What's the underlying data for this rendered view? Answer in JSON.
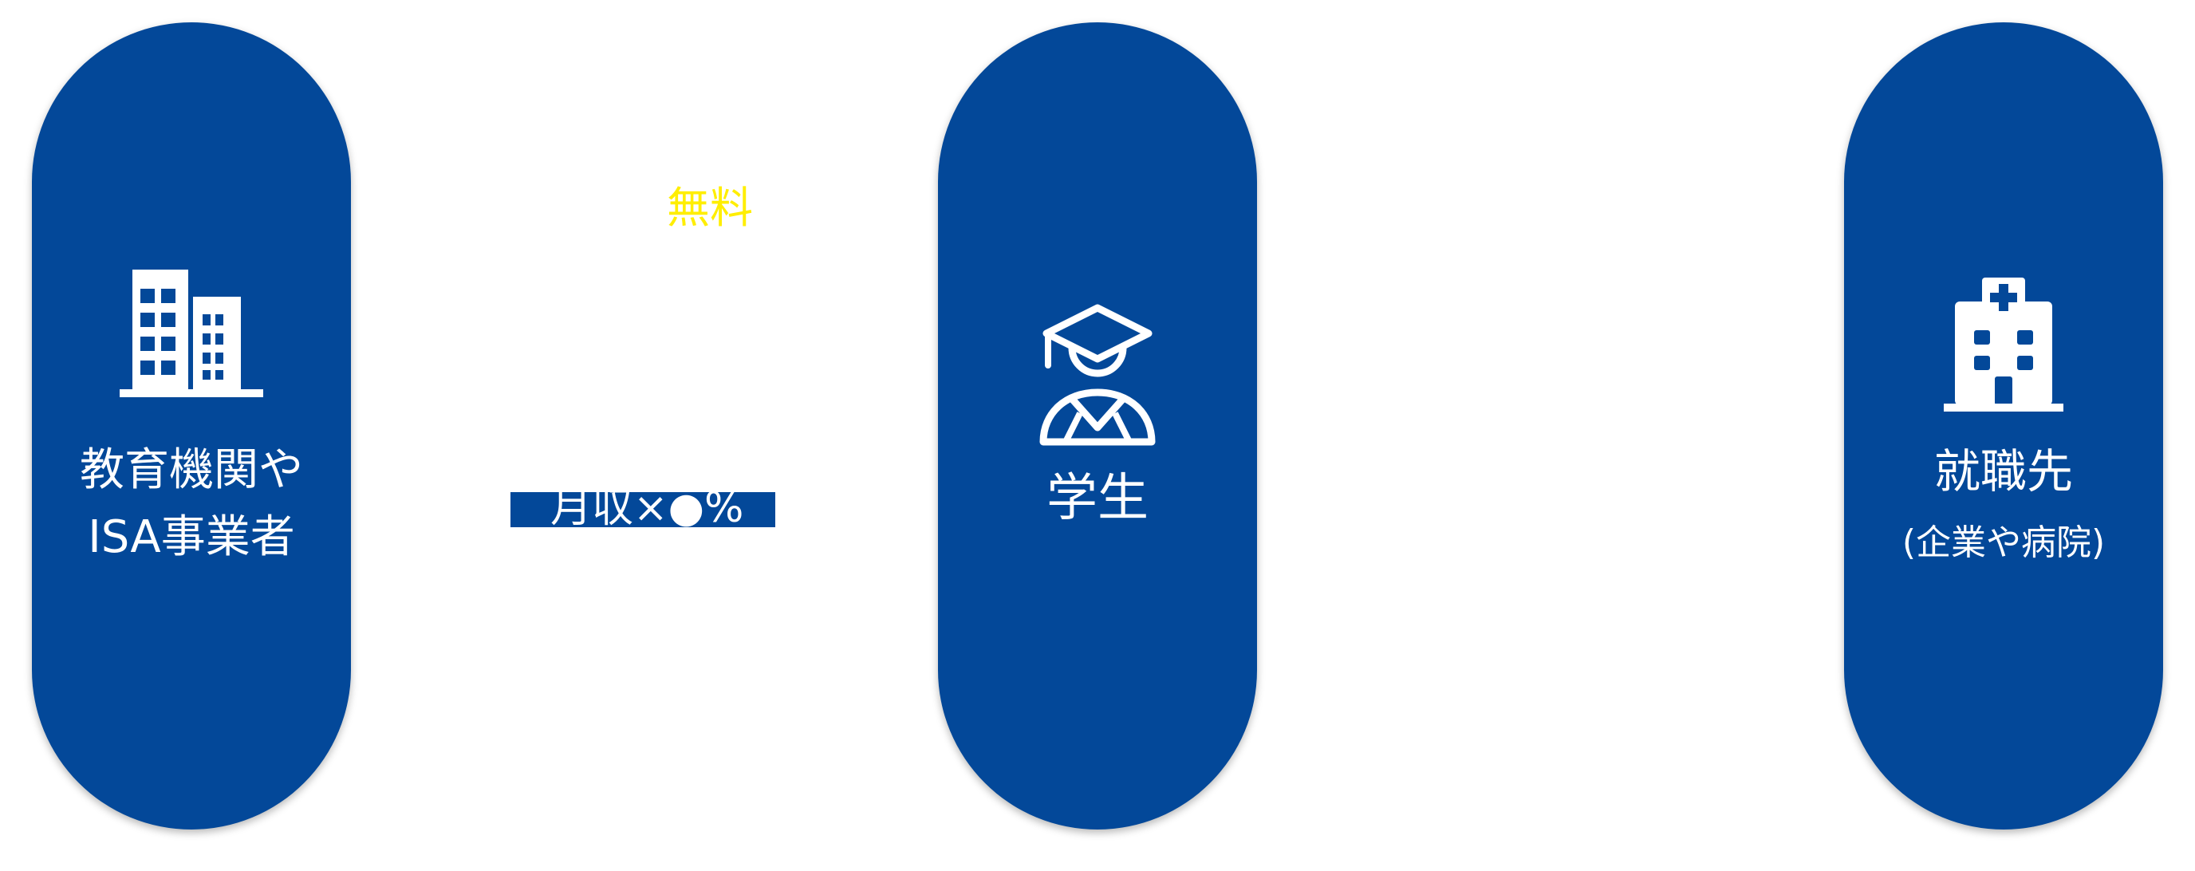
{
  "nodes": {
    "institution": {
      "line1": "教育機関や",
      "line2": "ISA事業者",
      "icon": "office-building-icon"
    },
    "student": {
      "label": "学生",
      "icon": "graduate-icon"
    },
    "employer": {
      "label": "就職先",
      "sublabel": "(企業や病院)",
      "icon": "hospital-icon"
    }
  },
  "flows": {
    "free": "無料",
    "fee": "月収×●%"
  },
  "colors": {
    "node_fill": "#034899",
    "free_text": "#ffee00",
    "text": "#ffffff"
  }
}
